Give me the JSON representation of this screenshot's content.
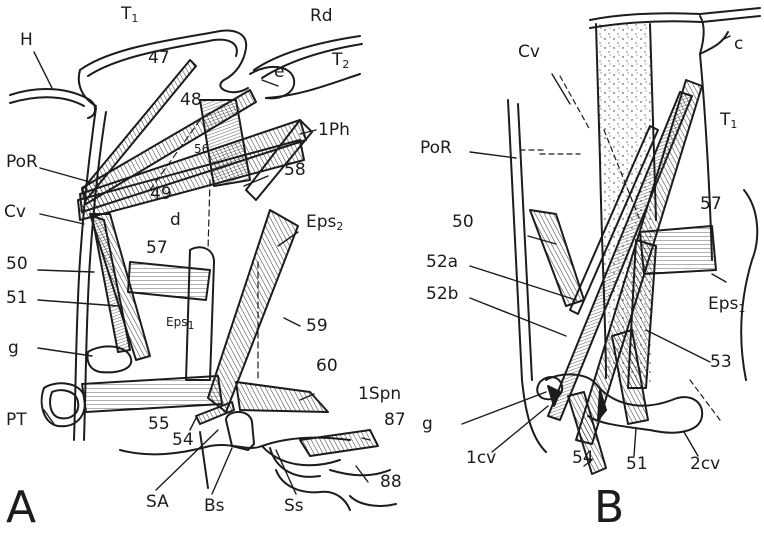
{
  "panels": [
    {
      "id": "A",
      "panel_label": "A",
      "labels": {
        "H": "H",
        "T1": "T",
        "T1_sub": "1",
        "Rd": "Rd",
        "T2": "T",
        "T2_sub": "2",
        "e": "e",
        "n47": "47",
        "n48": "48",
        "n56": "56",
        "n1Ph": "1Ph",
        "PoR": "PoR",
        "n58": "58",
        "n49": "49",
        "d": "d",
        "Cv": "Cv",
        "Eps2": "Eps",
        "Eps2_sub": "2",
        "n50": "50",
        "n57": "57",
        "n51": "51",
        "Eps1": "Eps",
        "Eps1_sub": "1",
        "n59": "59",
        "g": "g",
        "n60": "60",
        "n1Spn": "1Spn",
        "n87": "87",
        "PT": "PT",
        "n55": "55",
        "n54": "54",
        "SA": "SA",
        "Bs": "Bs",
        "Ss": "Ss",
        "n88": "88"
      }
    },
    {
      "id": "B",
      "panel_label": "B",
      "labels": {
        "c": "c",
        "Cv": "Cv",
        "T1": "T",
        "T1_sub": "1",
        "PoR": "PoR",
        "n57": "57",
        "n50": "50",
        "n52a": "52a",
        "n52b": "52b",
        "Eps1": "Eps",
        "Eps1_sub": "1",
        "g": "g",
        "n53": "53",
        "n1cv": "1cv",
        "n54": "54",
        "n51": "51",
        "n2cv": "2cv"
      }
    }
  ],
  "colors": {
    "ink": "#1c1c1c",
    "paper": "#ffffff"
  }
}
